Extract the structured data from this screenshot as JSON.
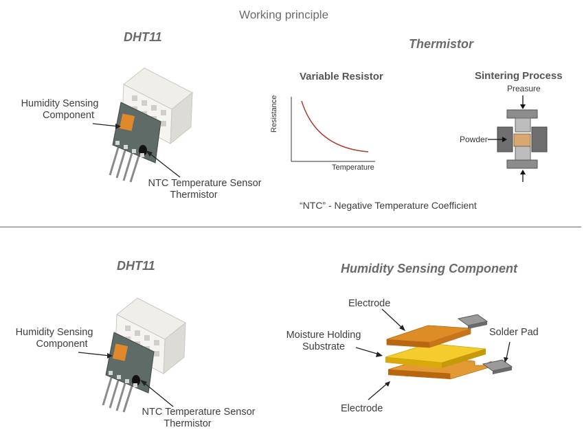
{
  "page_title": "Working principle",
  "top": {
    "dht11_heading": "DHT11",
    "humidity_label_1": "Humidity Sensing",
    "humidity_label_2": "Component",
    "ntc_label_1": "NTC Temperature Sensor",
    "ntc_label_2": "Thermistor",
    "thermistor_heading": "Thermistor",
    "variable_resistor_title": "Variable Resistor",
    "y_axis_label": "Resistance",
    "x_axis_label": "Temperature",
    "sintering_title": "Sintering Process",
    "pressure_label": "Preasure",
    "powder_label": "Powder",
    "ntc_caption": "“NTC” - Negative Temperature Coefficient"
  },
  "bottom": {
    "dht11_heading": "DHT11",
    "humidity_label_1": "Humidity Sensing",
    "humidity_label_2": "Component",
    "ntc_label_1": "NTC Temperature Sensor",
    "ntc_label_2": "Thermistor",
    "component_heading": "Humidity Sensing Component",
    "electrode_top_label": "Electrode",
    "substrate_label_1": "Moisture Holding",
    "substrate_label_2": "Substrate",
    "solder_pad_label": "Solder Pad",
    "electrode_bottom_label": "Electrode"
  },
  "colors": {
    "sensor_board": "#5f6b66",
    "sensor_grille": "#ecebe6",
    "humidity_element": "#e0892a",
    "curve": "#b03a2e",
    "electrode": "#d98a1e",
    "substrate": "#f2c21a",
    "solder_pad": "#9a9a9a"
  }
}
